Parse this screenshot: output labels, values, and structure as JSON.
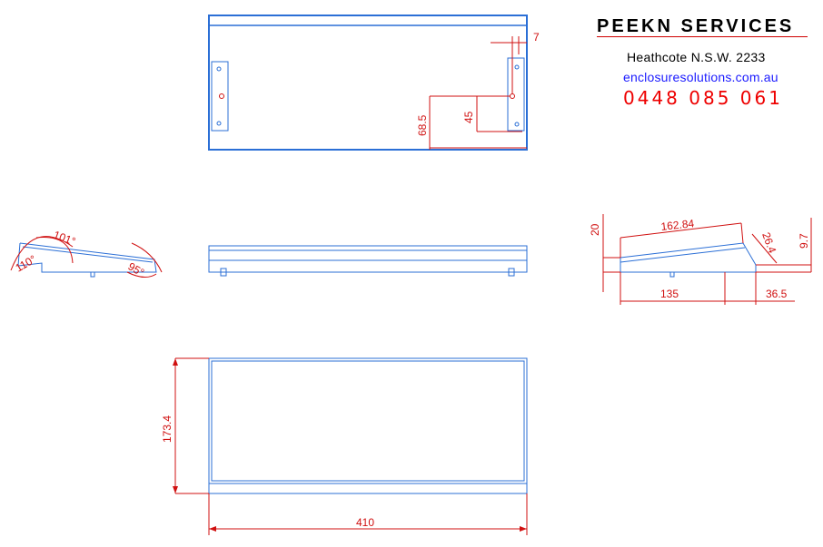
{
  "header": {
    "company": "PEEKN SERVICES",
    "address": "Heathcote N.S.W. 2233",
    "website": "enclosuresolutions.com.au",
    "phone": "0448 085 061"
  },
  "dimensions": {
    "top_view": {
      "offset": "7",
      "height_low": "68.5",
      "height_high": "45"
    },
    "left_side": {
      "angle_top": "101°",
      "angle_left": "110°",
      "angle_right": "95°"
    },
    "right_side": {
      "top_length": "162.84",
      "left_height": "20",
      "slope": "26.4",
      "right_height": "9.7",
      "base": "135",
      "toe": "36.5"
    },
    "plan_view": {
      "width": "410",
      "depth": "173.4"
    }
  },
  "colors": {
    "outline": "#2b6fd6",
    "dimension": "#d01010",
    "phone": "#ee0000",
    "website": "#1a1aff"
  }
}
